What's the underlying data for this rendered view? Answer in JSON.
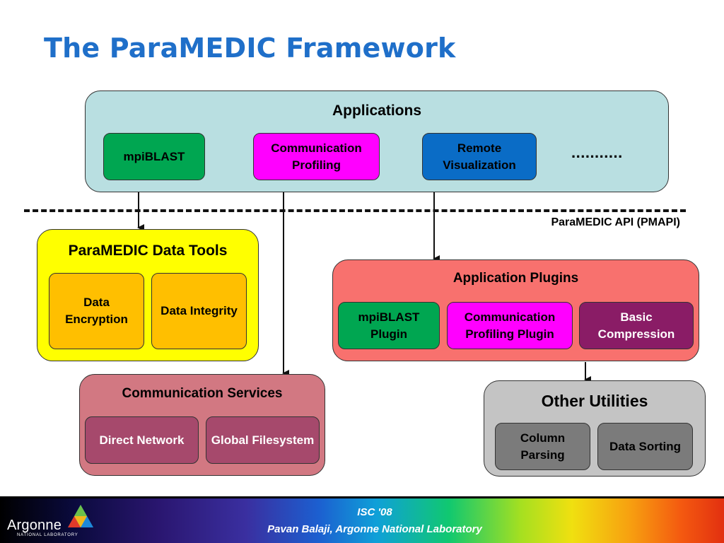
{
  "title": "The ParaMEDIC Framework",
  "api_label": "ParaMEDIC API (PMAPI)",
  "applications": {
    "label": "Applications",
    "items": [
      "mpiBLAST",
      "Communication Profiling",
      "Remote Visualization"
    ],
    "ellipsis": "..........."
  },
  "data_tools": {
    "label": "ParaMEDIC Data Tools",
    "items": [
      "Data Encryption",
      "Data Integrity"
    ]
  },
  "app_plugins": {
    "label": "Application Plugins",
    "items": [
      "mpiBLAST Plugin",
      "Communication Profiling Plugin",
      "Basic Compression"
    ]
  },
  "comm_services": {
    "label": "Communication Services",
    "items": [
      "Direct Network",
      "Global Filesystem"
    ]
  },
  "other_utils": {
    "label": "Other Utilities",
    "items": [
      "Column Parsing",
      "Data Sorting"
    ]
  },
  "footer": {
    "line1": "ISC '08",
    "line2": "Pavan Balaji, Argonne National Laboratory",
    "logo": "Argonne",
    "logo_sub": "NATIONAL LABORATORY"
  },
  "colors": {
    "title": "#1f6fc9",
    "applications_panel": "#b9dfe1",
    "data_tools_panel": "#ffff00",
    "data_tool_box": "#ffbf00",
    "plugins_panel": "#f8716e",
    "comm_panel": "#d27882",
    "comm_box": "#a6496c",
    "utils_panel": "#c4c4c4",
    "utils_box": "#7b7b7b",
    "green_box": "#00a651",
    "magenta_box": "#ff00ff",
    "blue_box": "#0a6cc6",
    "purple_box": "#8a1c66"
  },
  "icons": [
    "argonne-logo-icon"
  ]
}
